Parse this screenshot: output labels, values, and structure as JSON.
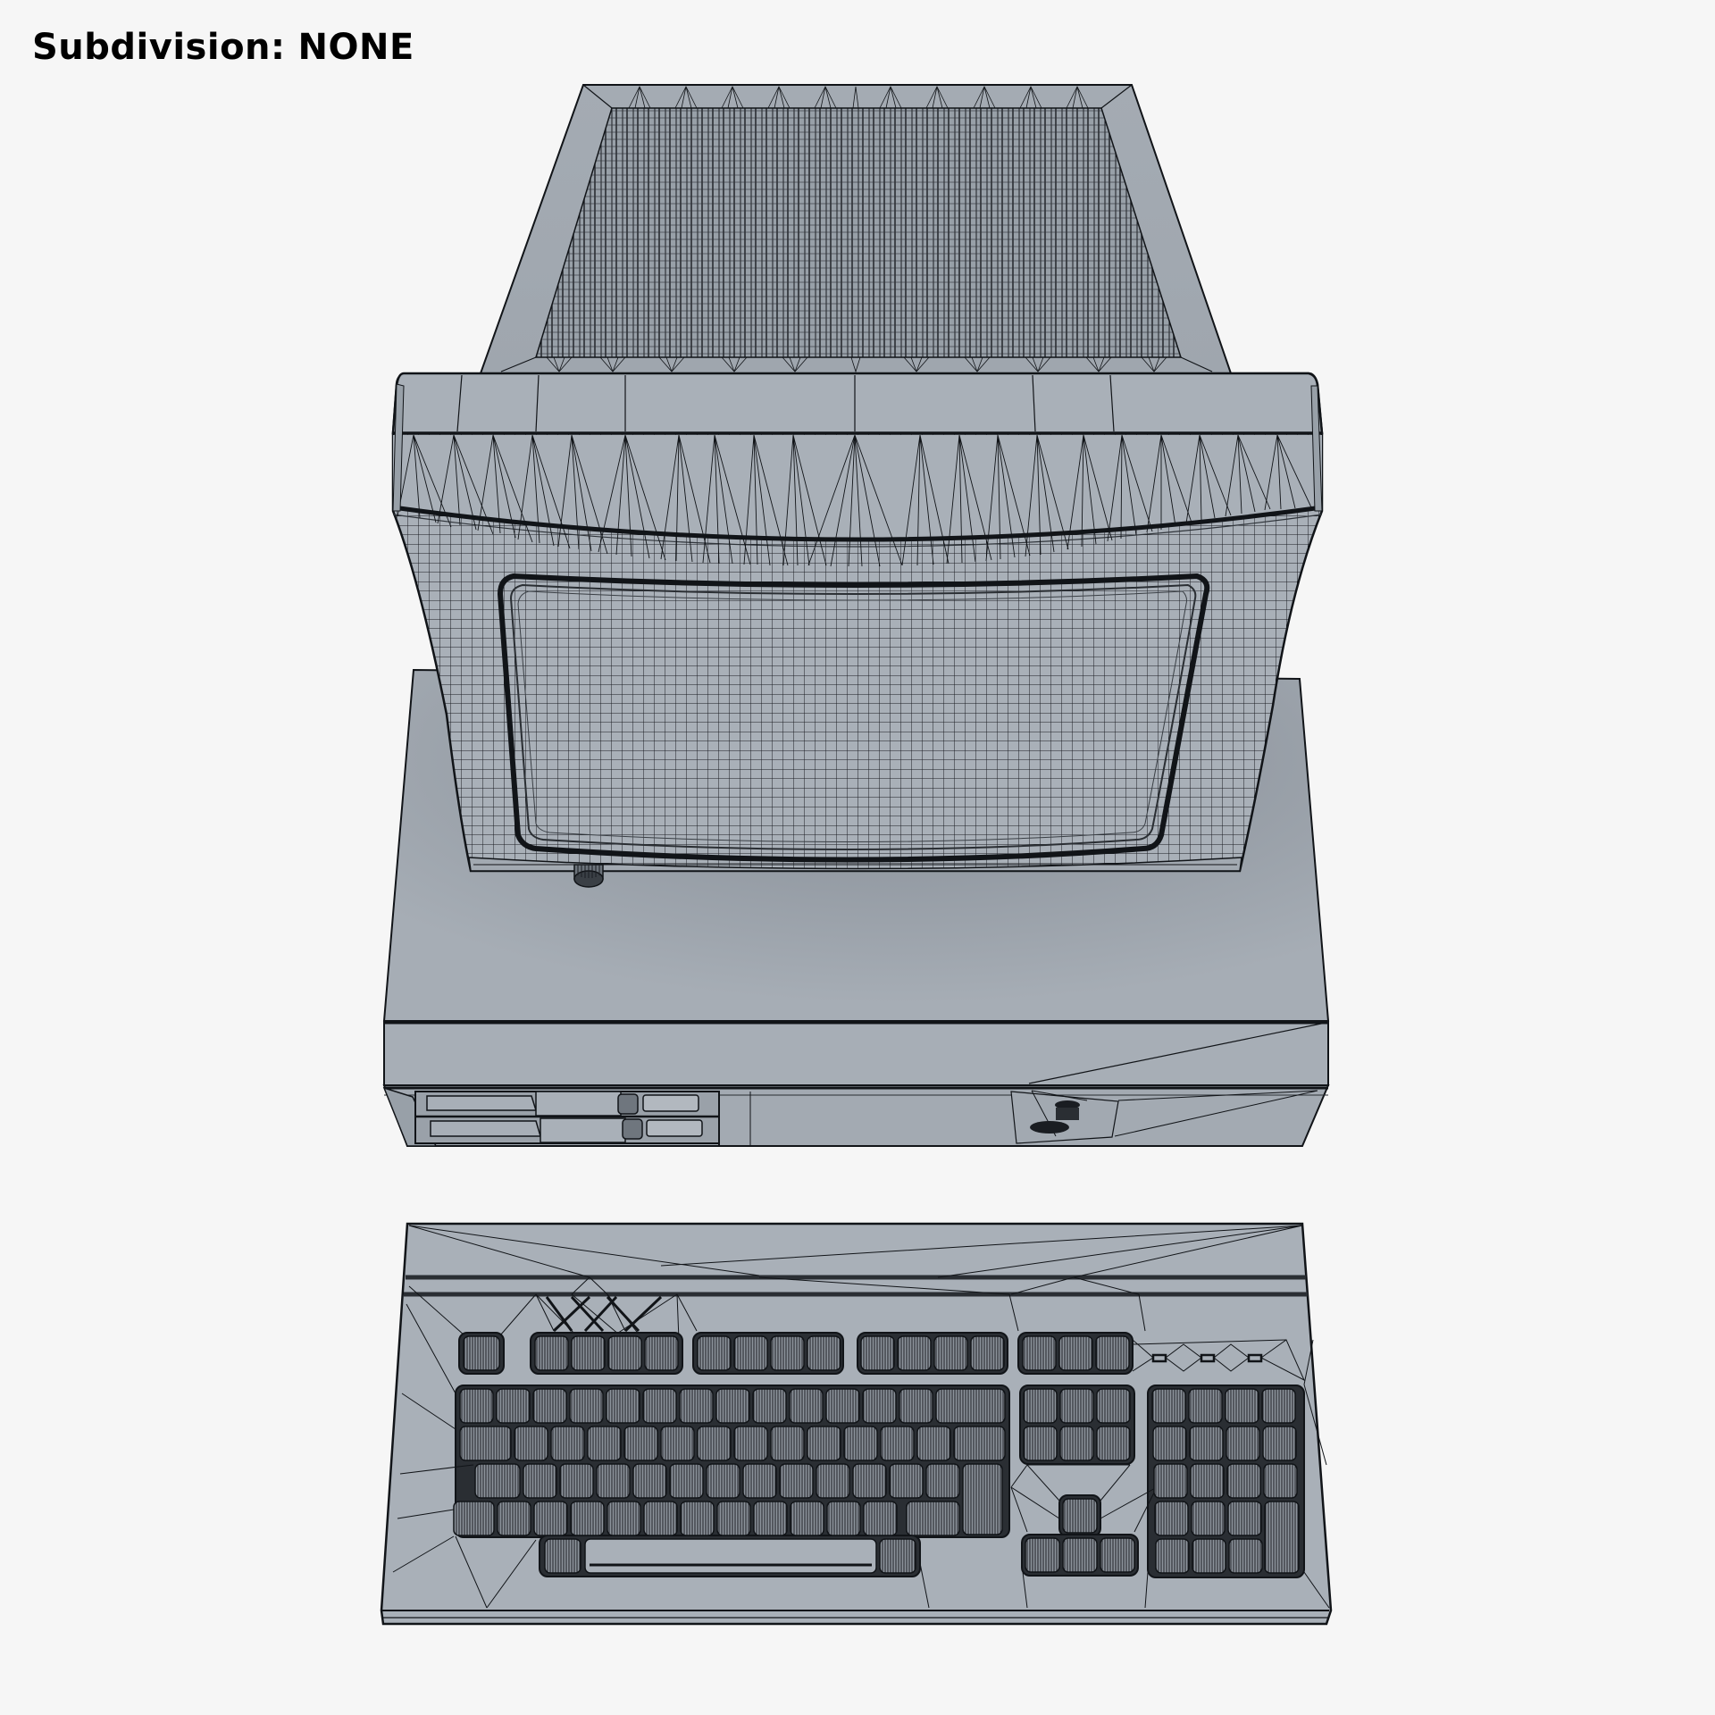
{
  "caption": {
    "label": "Subdivision:",
    "value": "NONE"
  },
  "render": {
    "background": "#f6f6f6",
    "surface": "#a9b0b8",
    "surface_dark": "#8e959d",
    "wire": "#111418",
    "key_fill": "#9aa1a9"
  },
  "objects": [
    {
      "name": "crt-monitor",
      "parts": [
        "rear-housing-vents",
        "front-bezel",
        "screen",
        "adjustment-knob"
      ]
    },
    {
      "name": "desktop-base-unit",
      "parts": [
        "top-cover",
        "front-panel",
        "floppy-drive-bays",
        "power-switch"
      ]
    },
    {
      "name": "keyboard",
      "parts": [
        "function-row",
        "main-block",
        "navigation-cluster",
        "arrow-keys",
        "numpad",
        "led-indicators"
      ]
    }
  ]
}
